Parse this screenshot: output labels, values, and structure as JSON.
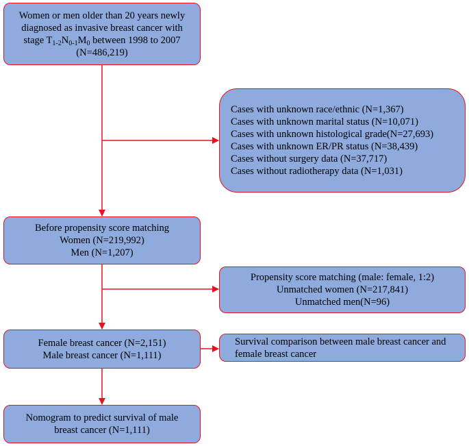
{
  "colors": {
    "box_fill": "#8faadc",
    "border_and_arrows": "#e8111f"
  },
  "boxes": {
    "start": {
      "line1": "Women or men older than 20 years  newly",
      "line2": "diagnosed as invasive breast cancer with",
      "line3_pre": "stage T",
      "line3_sub1": "1-2",
      "line3_mid1": "N",
      "line3_sub2": "0-1",
      "line3_mid2": "M",
      "line3_sub3": "0",
      "line3_post": " between 1998 to 2007",
      "line4": "(N=486,219)"
    },
    "exclusions": {
      "items": [
        "Cases with unknown race/ethnic (N=1,367)",
        "Cases with unknown marital status (N=10,071)",
        "Cases with unknown  histological grade(N=27,693)",
        "Cases with unknown ER/PR status (N=38,439)",
        "Cases without surgery data (N=37,717)",
        "Cases without radiotherapy data (N=1,031)"
      ]
    },
    "before_psm": {
      "line1": "Before propensity score matching",
      "line2": "Women (N=219,992)",
      "line3": "Men (N=1,207)"
    },
    "psm": {
      "line1": "Propensity score matching (male: female, 1:2)",
      "line2": "Unmatched women (N=217,841)",
      "line3": "Unmatched men(N=96)"
    },
    "matched": {
      "line1": "Female breast cancer (N=2,151)",
      "line2": "Male breast cancer (N=1,111)"
    },
    "survival": {
      "line1": "Survival comparison between male breast cancer and",
      "line2": "female breast cancer"
    },
    "nomogram": {
      "line1": "Nomogram to predict survival of male",
      "line2": "breast cancer (N=1,111)"
    }
  }
}
